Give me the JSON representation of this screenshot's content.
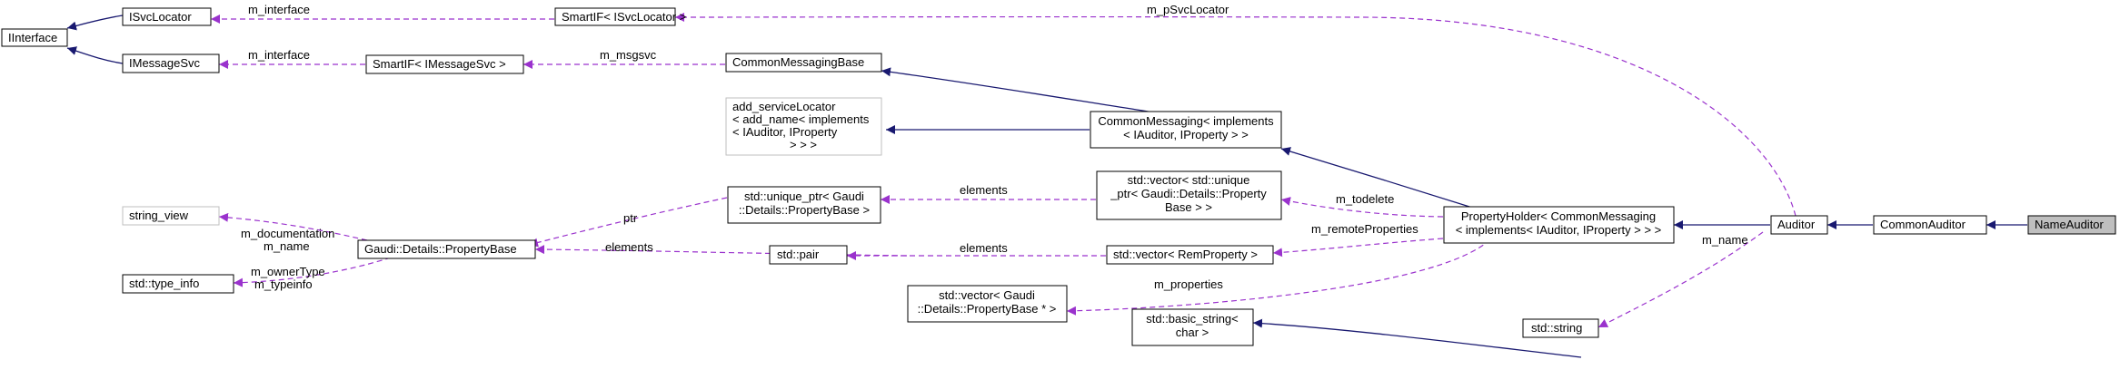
{
  "diagram": {
    "nodes": {
      "iinterface": "IInterface",
      "isvclocator": "ISvcLocator",
      "imessagesvc": "IMessageSvc",
      "smartif_isvclocator": "SmartIF< ISvcLocator >",
      "smartif_imessagesvc": "SmartIF< IMessageSvc >",
      "commonmessagingbase": "CommonMessagingBase",
      "add_servicelocator": [
        "add_serviceLocator",
        "< add_name< implements",
        "< IAuditor, IProperty",
        "> > >"
      ],
      "commonmessaging": [
        "CommonMessaging< implements",
        "< IAuditor, IProperty > >"
      ],
      "unique_ptr": [
        "std::unique_ptr< Gaudi",
        "::Details::PropertyBase >"
      ],
      "vector_unique": [
        "std::vector< std::unique",
        "_ptr< Gaudi::Details::Property",
        "Base > >"
      ],
      "string_view": "string_view",
      "propertybase": "Gaudi::Details::PropertyBase",
      "type_info": "std::type_info",
      "std_pair": "std::pair",
      "vector_remproperty": "std::vector< RemProperty >",
      "vector_propertybase_ptr": [
        "std::vector< Gaudi",
        "::Details::PropertyBase * >"
      ],
      "propertyholder": [
        "PropertyHolder< CommonMessaging",
        "< implements< IAuditor, IProperty > > >"
      ],
      "std_string": "std::string",
      "basic_string": [
        "std::basic_string<",
        "char >"
      ],
      "auditor": "Auditor",
      "commonauditor": "CommonAuditor",
      "nameauditor": "NameAuditor"
    },
    "labels": {
      "m_interface_1": "m_interface",
      "m_interface_2": "m_interface",
      "m_pSvcLocator": "m_pSvcLocator",
      "m_msgsvc": "m_msgsvc",
      "ptr": "ptr",
      "elements_1": "elements",
      "elements_2": "elements",
      "elements_3": "elements",
      "m_todelete": "m_todelete",
      "m_remoteProperties": "m_remoteProperties",
      "m_properties": "m_properties",
      "m_name": "m_name",
      "m_documentation_name": [
        "m_documentation",
        "m_name"
      ],
      "m_ownerType_typeinfo": [
        "m_ownerType",
        "m_typeinfo"
      ]
    },
    "colors": {
      "inheritance": "#191970",
      "usage": "#9a32cd",
      "highlight_fill": "#bfbfbf",
      "external_border": "#bfbfbf"
    }
  }
}
